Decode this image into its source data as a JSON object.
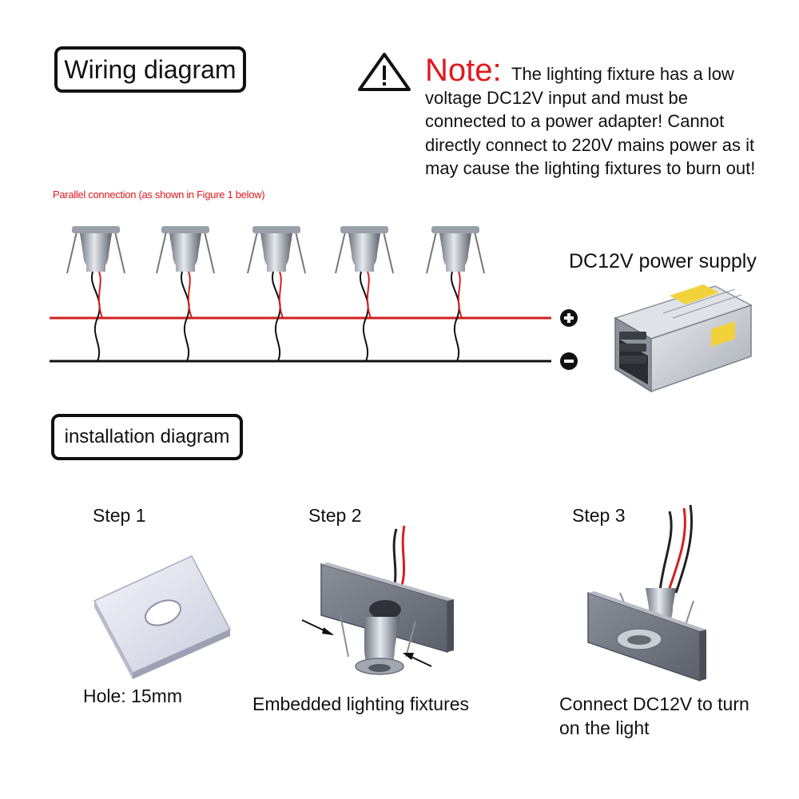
{
  "wiring": {
    "title": "Wiring diagram",
    "parallel_caption": "Parallel connection (as shown in Figure 1 below)",
    "positive_symbol": "+",
    "negative_symbol": "−",
    "psu_label": "DC12V power supply",
    "wire_colors": {
      "positive": "#d42020",
      "negative": "#111111"
    }
  },
  "note": {
    "heading": "Note:",
    "body": "The lighting fixture has a low voltage DC12V input and must be connected to a power adapter! Cannot directly connect to 220V mains power as it may cause the lighting fixtures to burn out!",
    "heading_color": "#e0191d",
    "icon": "warning-triangle-icon"
  },
  "installation": {
    "title": "installation diagram",
    "steps": [
      {
        "label": "Step 1",
        "caption": "Hole: 15mm"
      },
      {
        "label": "Step 2",
        "caption": "Embedded lighting fixtures"
      },
      {
        "label": "Step 3",
        "caption": "Connect DC12V to turn on the light"
      }
    ]
  }
}
